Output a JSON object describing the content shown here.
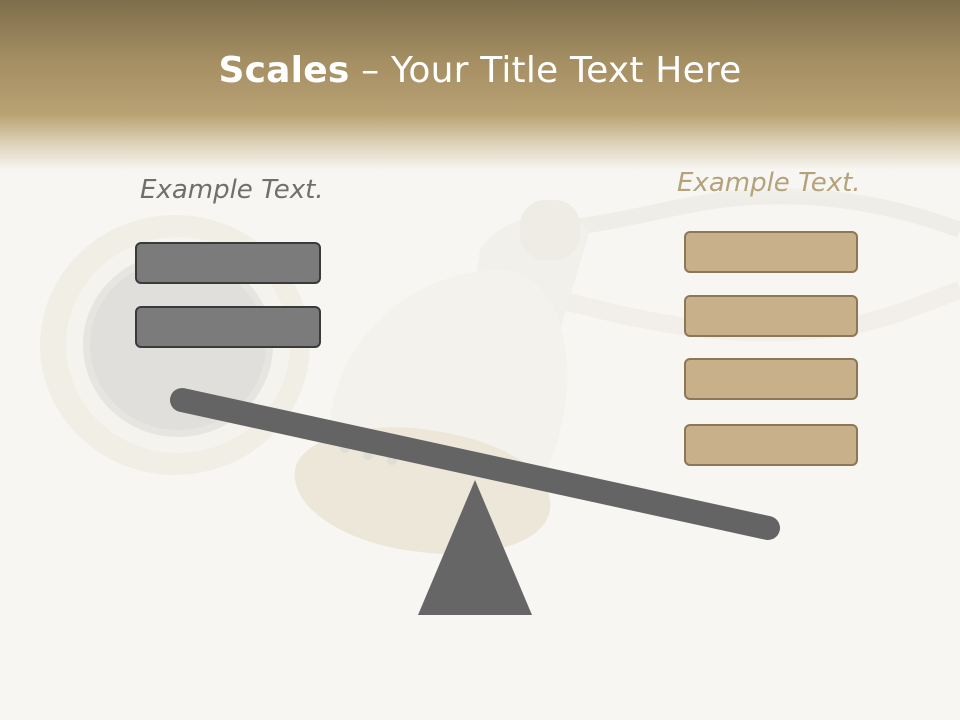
{
  "slide": {
    "title_bold": "Scales",
    "title_rest": " – Your Title Text Here"
  },
  "left": {
    "label": "Example Text.",
    "box_count": 2
  },
  "right": {
    "label": "Example Text.",
    "box_count": 4
  },
  "colors": {
    "header_dark": "#7f6e4c",
    "header_tan": "#b9a274",
    "gray_box": "#7b7b7b",
    "tan_box": "#c8b08a",
    "scale_gray": "#646464",
    "right_label": "#b5a27a",
    "left_label": "#6f6f6f"
  },
  "icons": {
    "background": "earphone-photo",
    "scale": "seesaw-scale"
  }
}
